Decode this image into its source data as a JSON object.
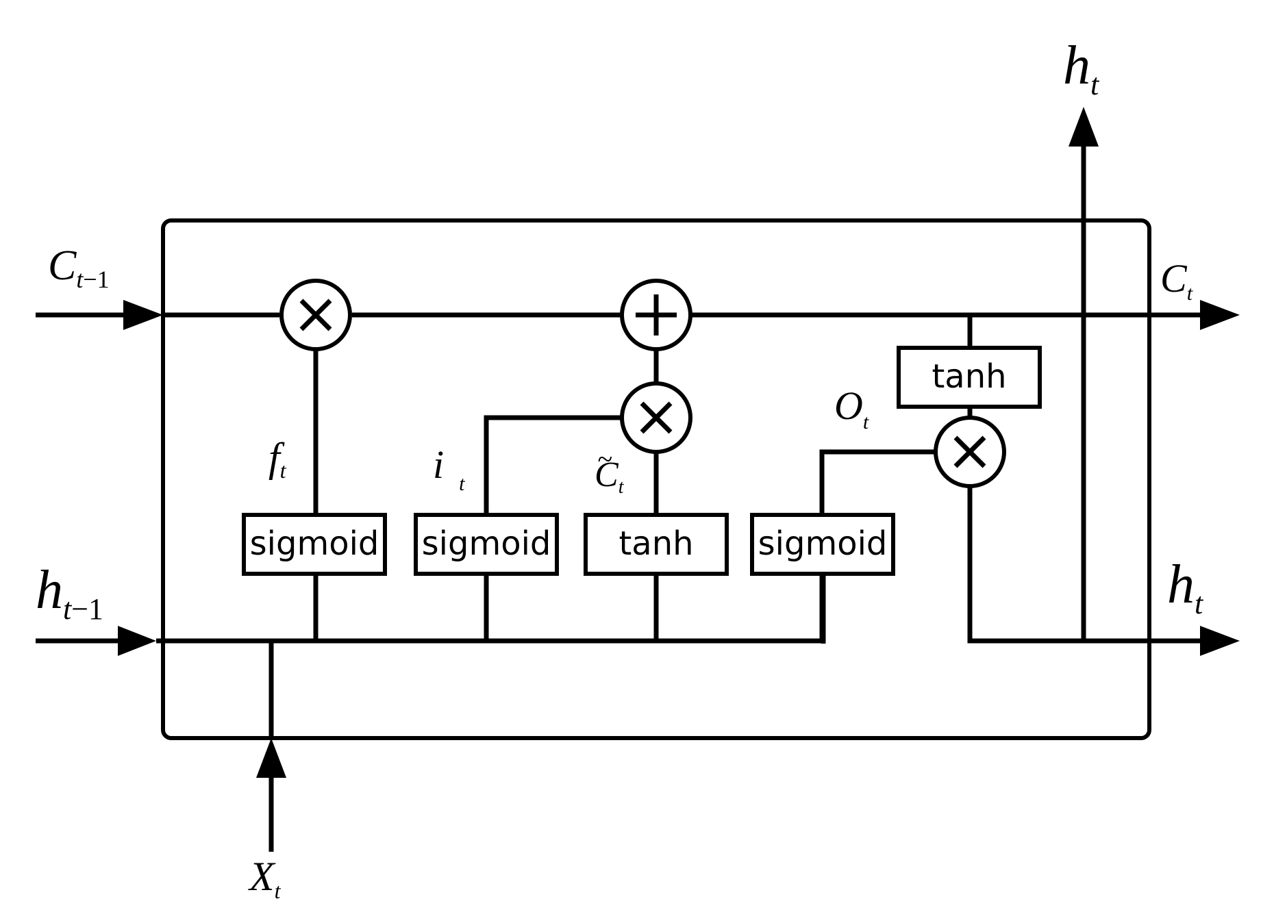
{
  "diagram": {
    "gates": {
      "forget_fn": "sigmoid",
      "input_fn": "sigmoid",
      "candidate_fn": "tanh",
      "output_fn": "sigmoid",
      "cell_tanh_fn": "tanh"
    },
    "symbols": {
      "cell_prev": {
        "base": "C",
        "sub": "t",
        "sub_suffix": "−1"
      },
      "hidden_prev": {
        "base": "h",
        "sub": "t",
        "sub_suffix": "−1"
      },
      "cell_out": {
        "base": "C",
        "sub": "t"
      },
      "hidden_out_right": {
        "base": "h",
        "sub": "t"
      },
      "hidden_out_top": {
        "base": "h",
        "sub": "t"
      },
      "input": {
        "base": "X",
        "sub": "t"
      },
      "forget": {
        "base": "f",
        "sub": "t"
      },
      "input_gate": {
        "base": "i",
        "sub": "t"
      },
      "candidate": {
        "base": "C",
        "sub": "t",
        "accent": "~"
      },
      "output_gate": {
        "base": "O",
        "sub": "t"
      }
    },
    "operators": {
      "forget_mult": "multiply-icon",
      "cell_add": "plus-icon",
      "input_mult": "multiply-icon",
      "output_mult": "multiply-icon"
    }
  }
}
